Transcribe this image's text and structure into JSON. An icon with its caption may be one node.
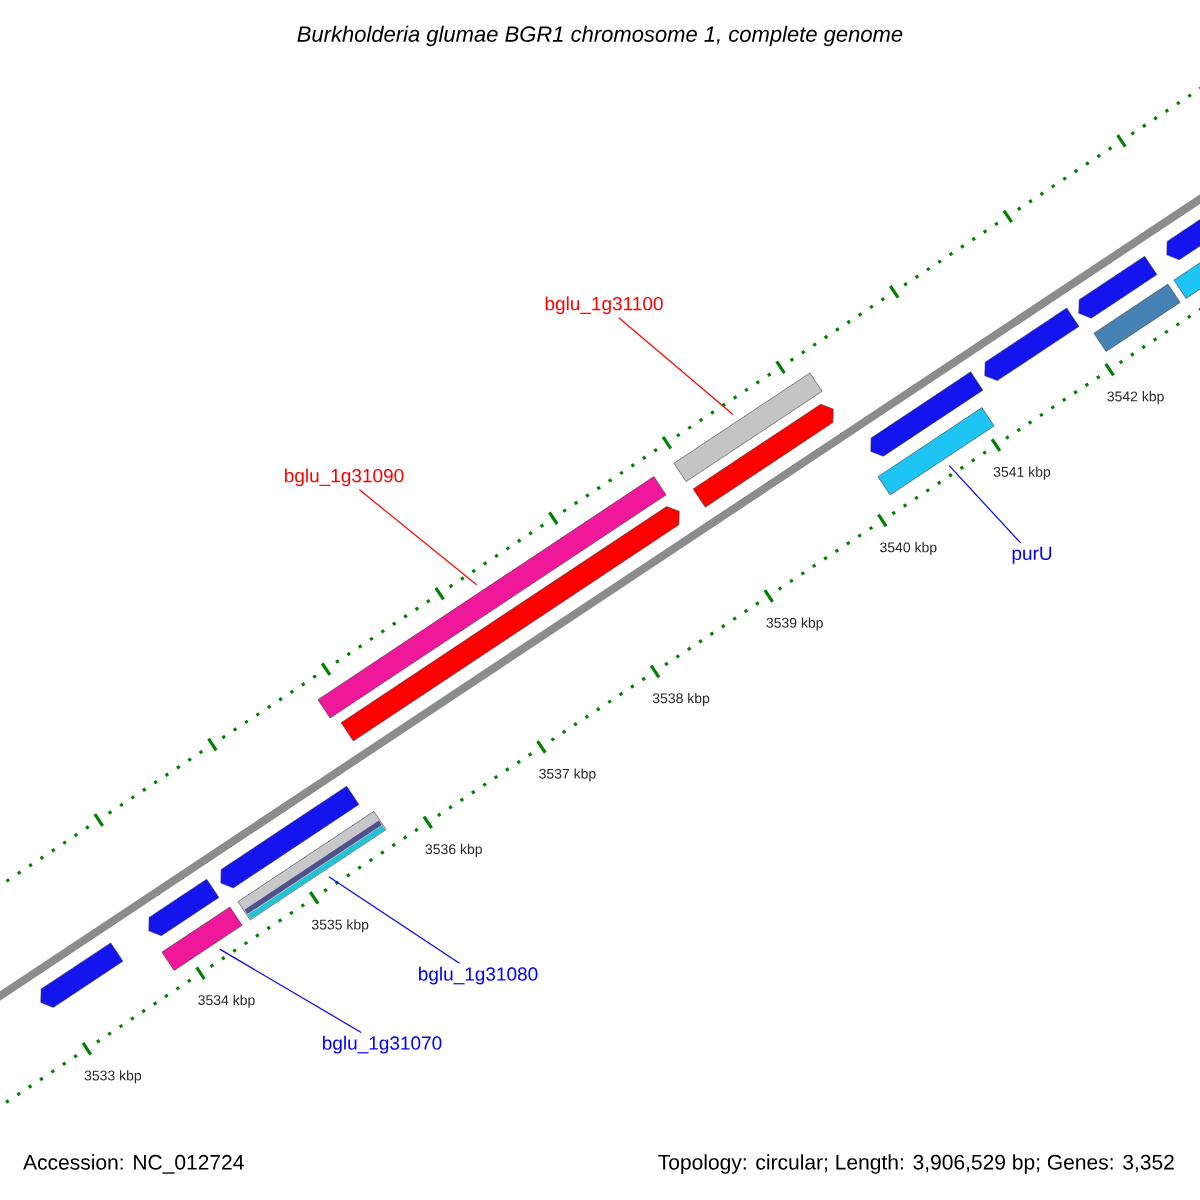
{
  "diagram": {
    "title": "Burkholderia glumae BGR1 chromosome 1, complete genome",
    "nodes": [
      {
        "text": [
          "bglu_1g31100"
        ]
      },
      {
        "text": [],
        "shape": "bar"
      },
      {
        "text": [
          "bglu_1g31090"
        ]
      },
      {
        "text": [],
        "shape": "bar"
      },
      {
        "text": [
          "purU"
        ]
      },
      {
        "text": [],
        "shape": "bar"
      },
      {
        "text": [
          "bglu_1g31080"
        ]
      },
      {
        "text": [],
        "shape": "bar"
      },
      {
        "text": [
          "bglu_1g31070"
        ]
      },
      {
        "text": [],
        "shape": "bar"
      }
    ],
    "edges": [
      {
        "from": 0,
        "to": 1,
        "arrow": "none",
        "color": "#ff0000"
      },
      {
        "from": 2,
        "to": 3,
        "arrow": "none",
        "color": "#ff0000"
      },
      {
        "from": 4,
        "to": 5,
        "arrow": "none"
      },
      {
        "from": 6,
        "to": 7,
        "arrow": "none"
      },
      {
        "from": 8,
        "to": 9,
        "arrow": "none"
      }
    ],
    "labels": [
      "3542 kbp",
      "3541 kbp",
      "3540 kbp",
      "3539 kbp",
      "3538 kbp",
      "3537 kbp",
      "3536 kbp",
      "3535 kbp",
      "3534 kbp",
      "3533 kbp",
      "Accession: NC_012724",
      "Topology: circular; Length: 3,906,529 bp; Genes: 3,352"
    ]
  }
}
